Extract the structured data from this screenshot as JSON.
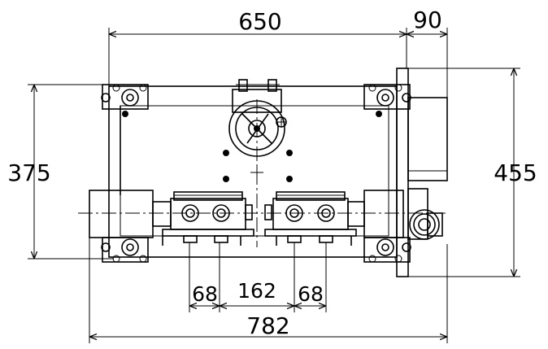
{
  "drawing": {
    "dimensions": {
      "top_width": "650",
      "top_right": "90",
      "left_height": "375",
      "right_height": "455",
      "bottom_left": "68",
      "bottom_mid": "162",
      "bottom_right": "68",
      "overall_width": "782"
    }
  }
}
